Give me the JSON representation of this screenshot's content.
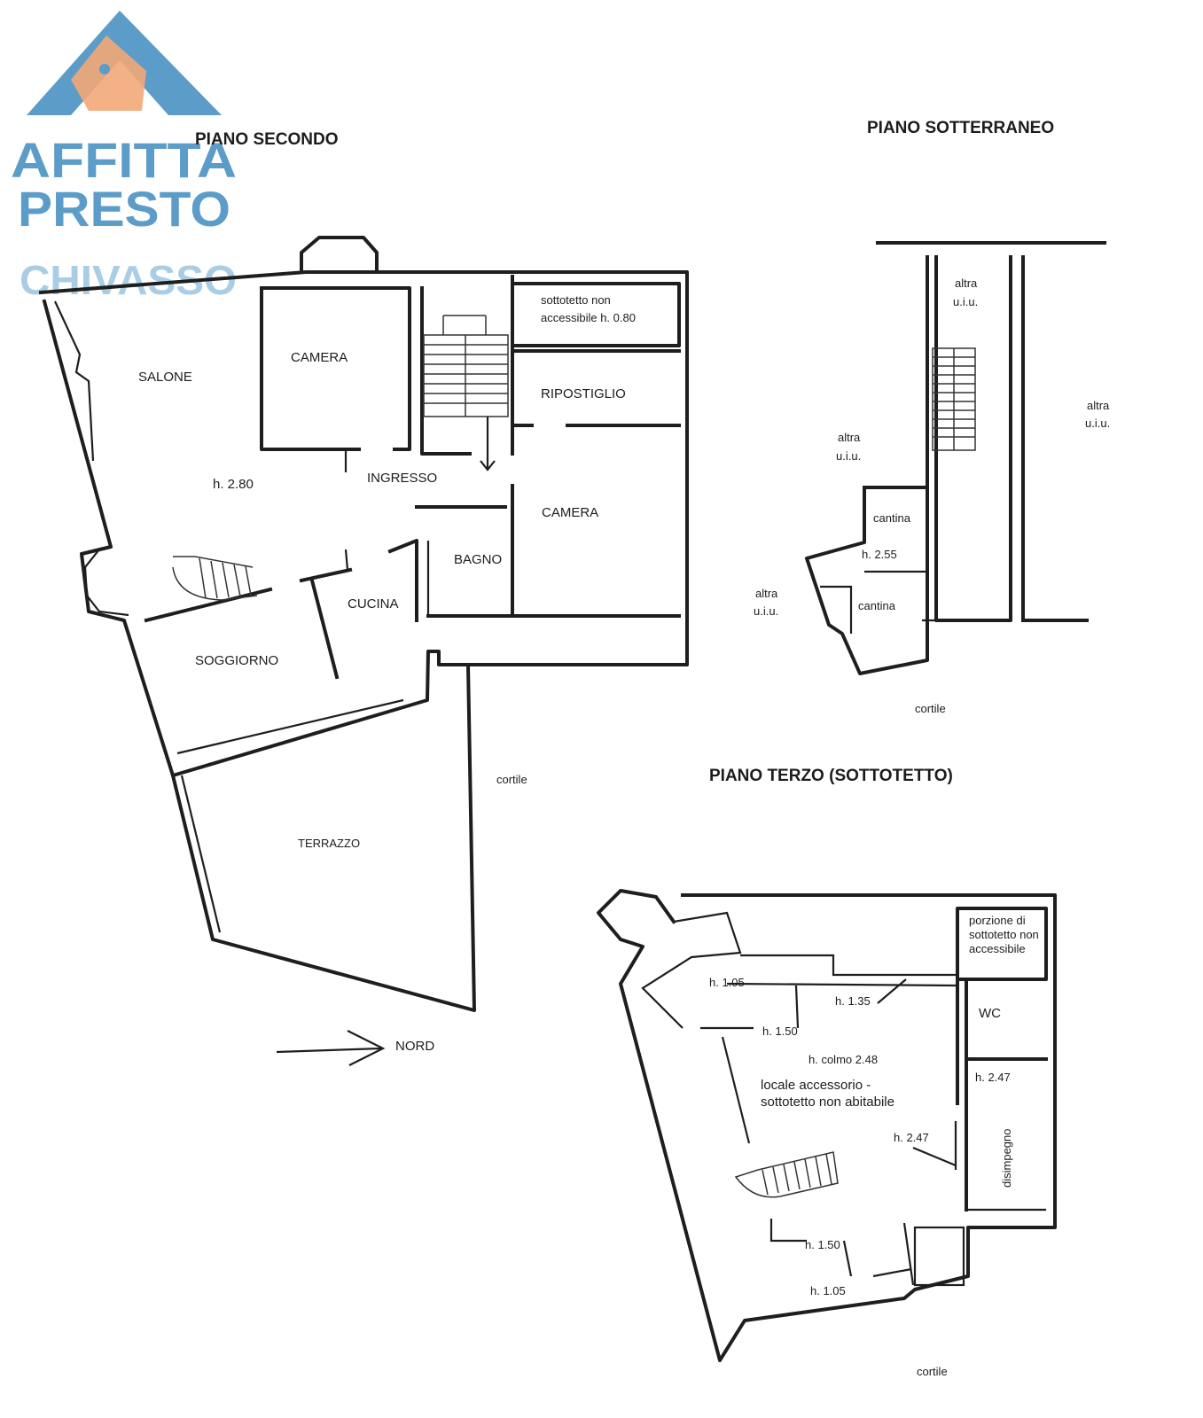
{
  "logo": {
    "line1": "AFFITTA",
    "line2": "PRESTO",
    "line3": "CHIVASSO",
    "colors": {
      "blue": "#5c9cc8",
      "orange": "#f2a878"
    }
  },
  "titles": {
    "second_floor": "PIANO SECONDO",
    "underground": "PIANO SOTTERRANEO",
    "third_floor": "PIANO TERZO (SOTTOTETTO)"
  },
  "second_floor": {
    "salone": "SALONE",
    "camera_1": "CAMERA",
    "sottotetto_line1": "sottotetto non",
    "sottotetto_line2": "accessibile h. 0.80",
    "ripostiglio": "RIPOSTIGLIO",
    "height": "h. 2.80",
    "ingresso": "INGRESSO",
    "camera_2": "CAMERA",
    "bagno": "BAGNO",
    "cucina": "CUCINA",
    "soggiorno": "SOGGIORNO",
    "terrazzo": "TERRAZZO",
    "cortile": "cortile",
    "nord": "NORD"
  },
  "underground": {
    "altra_1_line1": "altra",
    "altra_1_line2": "u.i.u.",
    "altra_2_line1": "altra",
    "altra_2_line2": "u.i.u.",
    "altra_3_line1": "altra",
    "altra_3_line2": "u.i.u.",
    "altra_4_line1": "altra",
    "altra_4_line2": "u.i.u.",
    "cantina_1": "cantina",
    "height": "h. 2.55",
    "cantina_2": "cantina",
    "cortile": "cortile"
  },
  "third_floor": {
    "porzione_line1": "porzione di",
    "porzione_line2": "sottotetto non",
    "porzione_line3": "accessibile",
    "h_105_a": "h. 1.05",
    "h_135": "h. 1.35",
    "wc": "WC",
    "h_150_a": "h. 1.50",
    "h_colmo": "h. colmo 2.48",
    "h_247_a": "h. 2.47",
    "locale_line1": "locale accessorio -",
    "locale_line2": "sottotetto non abitabile",
    "h_247_b": "h. 2.47",
    "disimpegno": "disimpegno",
    "h_150_b": "h. 1.50",
    "h_105_b": "h. 1.05",
    "cortile": "cortile"
  }
}
